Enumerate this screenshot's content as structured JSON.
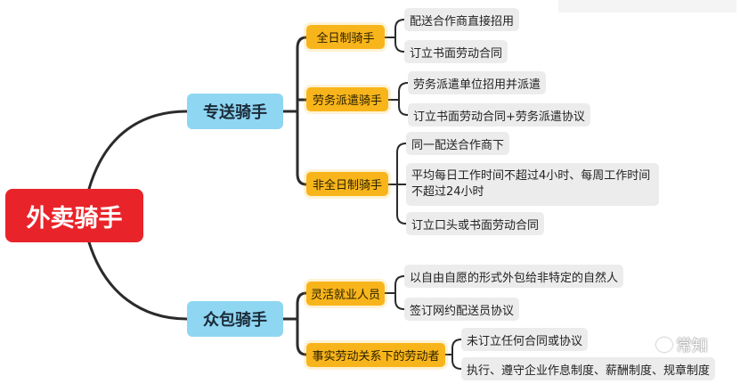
{
  "root": "外卖骑手",
  "branches": [
    {
      "label": "专送骑手",
      "children": [
        {
          "label": "全日制骑手",
          "leaves": [
            "配送合作商直接招用",
            "订立书面劳动合同"
          ]
        },
        {
          "label": "劳务派遣骑手",
          "leaves": [
            "劳务派遣单位招用并派遣",
            "订立书面劳动合同+劳务派遣协议"
          ]
        },
        {
          "label": "非全日制骑手",
          "leaves": [
            "同一配送合作商下",
            "平均每日工作时间不超过4小时、每周工作时间不超过24小时",
            "订立口头或书面劳动合同"
          ]
        }
      ]
    },
    {
      "label": "众包骑手",
      "children": [
        {
          "label": "灵活就业人员",
          "leaves": [
            "以自由自愿的形式外包给非特定的自然人",
            "签订网约配送员协议"
          ]
        },
        {
          "label": "事实劳动关系下的劳动者",
          "leaves": [
            "未订立任何合同或协议",
            "执行、遵守企业作息制度、薪酬制度、规章制度"
          ]
        }
      ]
    }
  ],
  "watermark": "常知",
  "colors": {
    "root": "#e8242a",
    "main": "#8fd6f2",
    "sub": "#f8b51b",
    "leaf": "#ececec"
  }
}
